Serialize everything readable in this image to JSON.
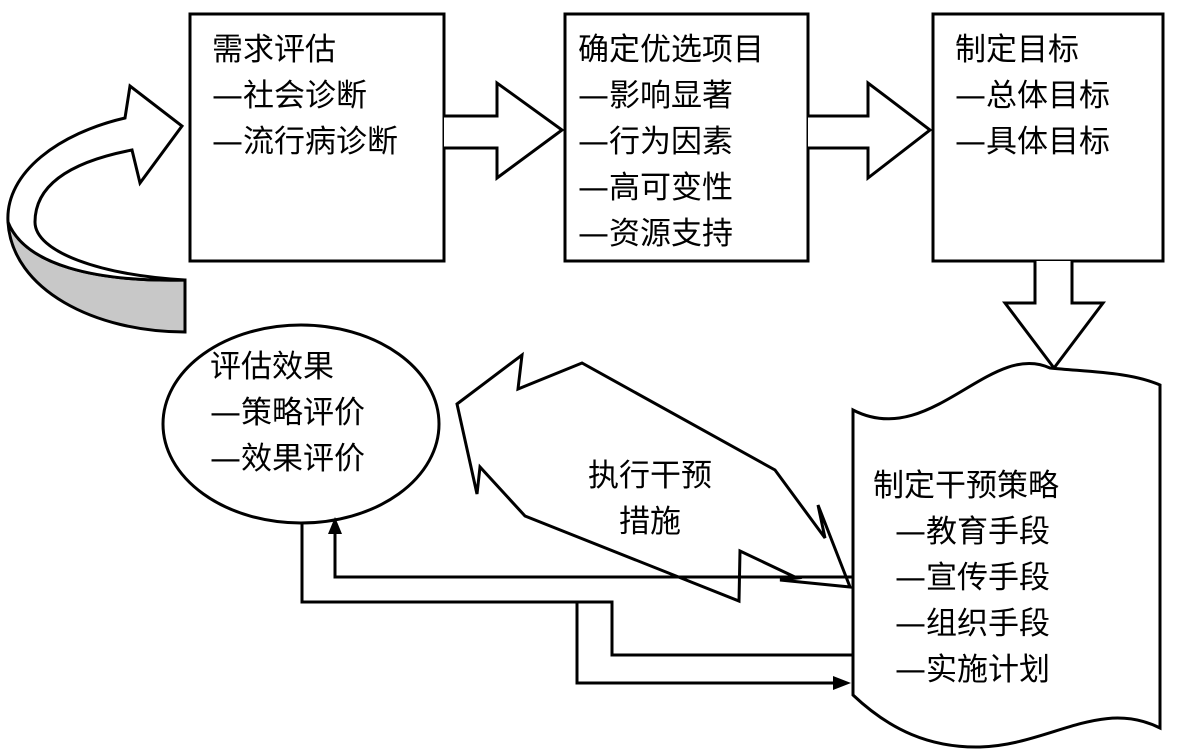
{
  "colors": {
    "stroke": "#000000",
    "fill": "#ffffff",
    "loop_arrow_fill": "#c8c8c8"
  },
  "boxes": {
    "needs": {
      "title": "需求评估",
      "items": [
        "—社会诊断",
        "—流行病诊断"
      ]
    },
    "priority": {
      "title": "确定优选项目",
      "items": [
        "—影响显著",
        "—行为因素",
        "—高可变性",
        "—资源支持"
      ]
    },
    "goals": {
      "title": "制定目标",
      "items": [
        "—总体目标",
        "—具体目标"
      ]
    },
    "evaluate": {
      "title": "评估效果",
      "items": [
        "—策略评价",
        "—效果评价"
      ]
    },
    "strategy": {
      "title": "制定干预策略",
      "items": [
        "—教育手段",
        "—宣传手段",
        "—组织手段",
        "—实施计划"
      ]
    }
  },
  "arrow_label": {
    "line1": "执行干预",
    "line2": "措施"
  }
}
